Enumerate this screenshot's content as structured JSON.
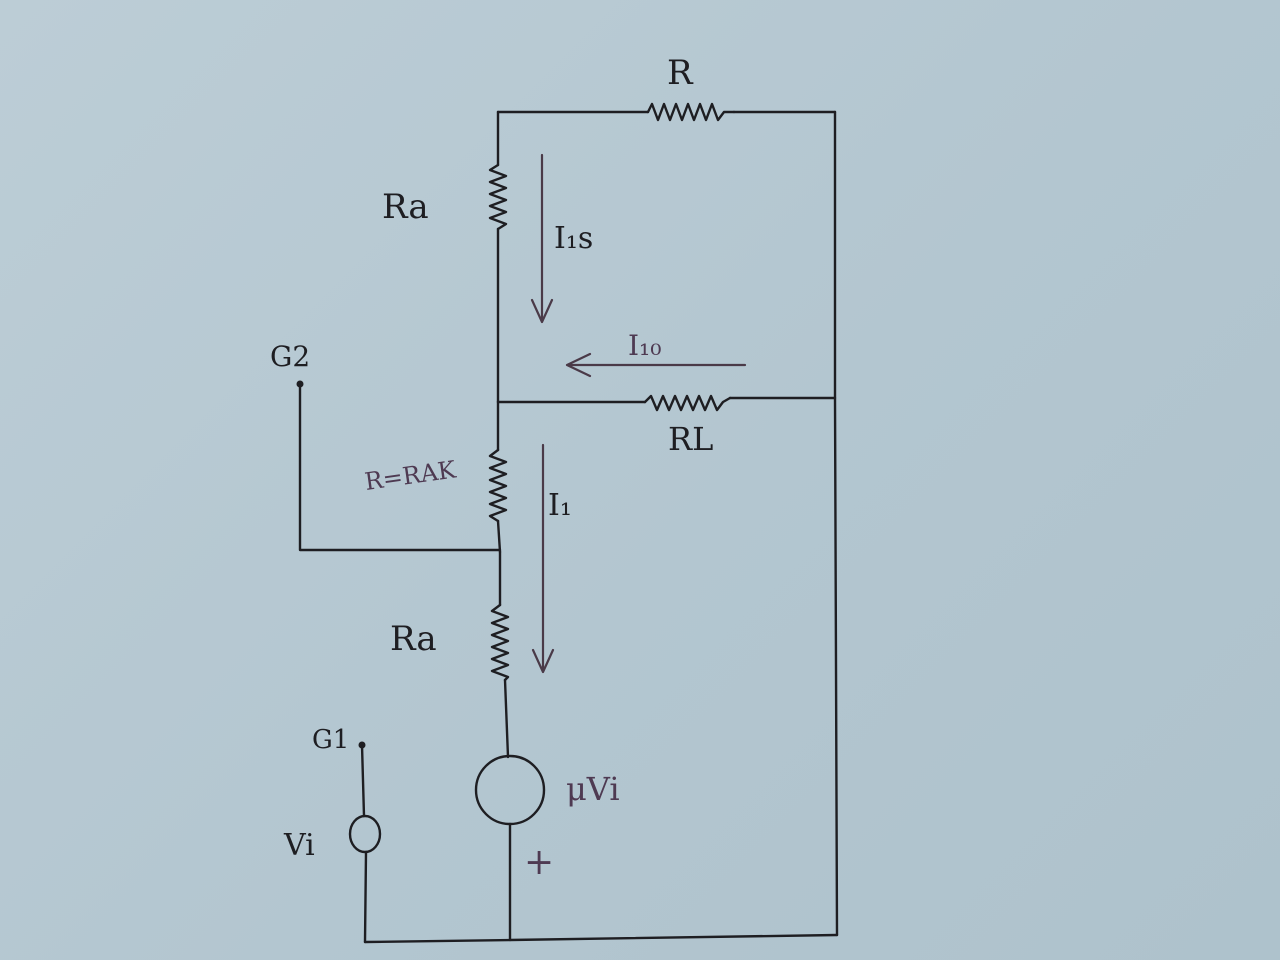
{
  "diagram": {
    "labels": {
      "r_top": "R",
      "ra_top": "Ra",
      "i1s": "I₁s",
      "g2": "G2",
      "i10": "I₁₀",
      "rl": "RL",
      "r_rak": "R=RAK",
      "i1": "I₁",
      "ra_bottom": "Ra",
      "g1": "G1",
      "mu_vi": "μVi",
      "vi": "Vi",
      "plus": "+"
    }
  }
}
